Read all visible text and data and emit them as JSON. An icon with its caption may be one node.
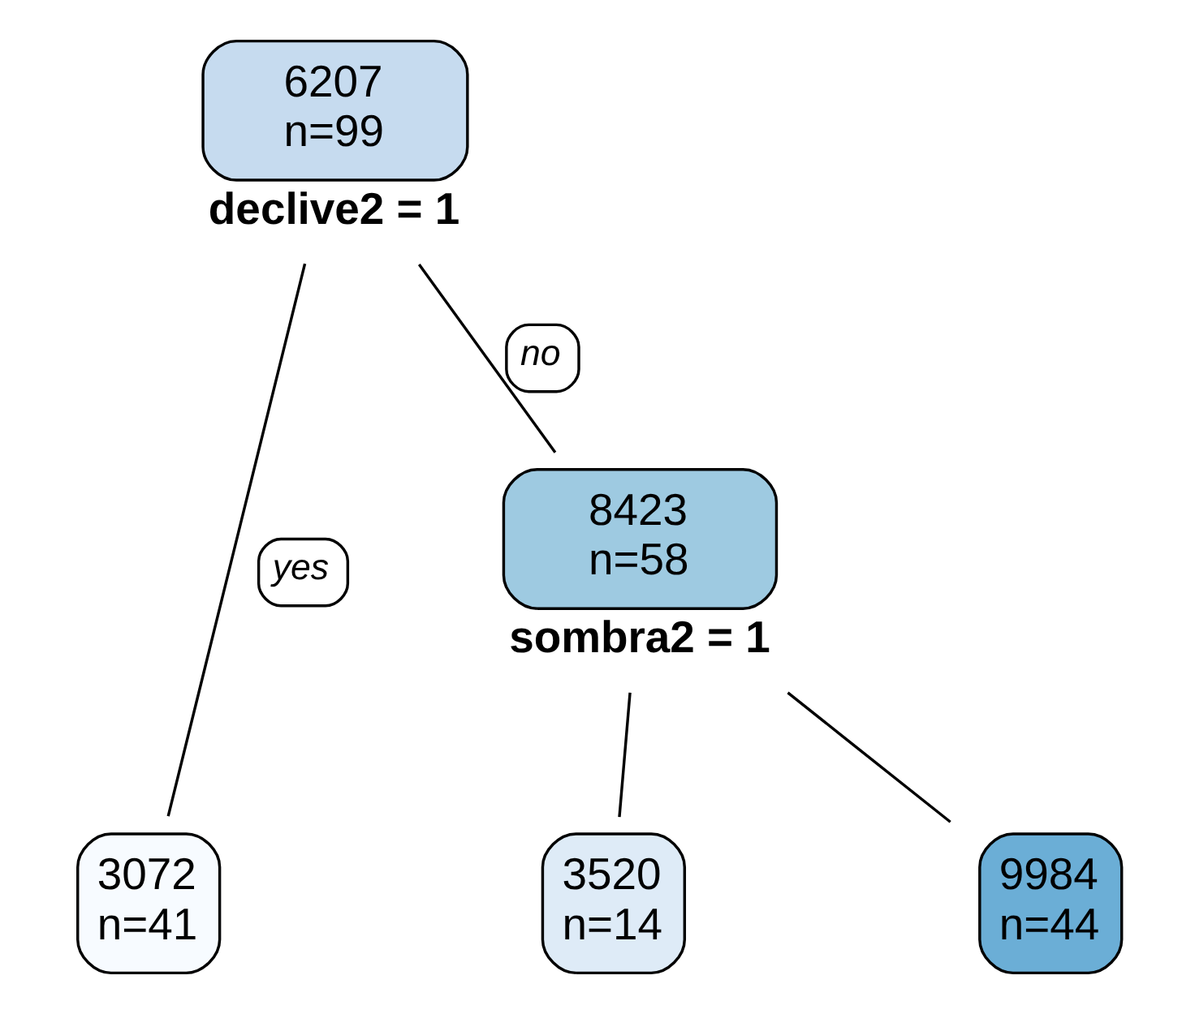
{
  "diagram": {
    "nodes": [
      {
        "text": [
          "6207",
          "n=99"
        ],
        "beside": [
          "declive2 = 1"
        ]
      },
      {
        "text": [
          "3072",
          "n=41"
        ]
      },
      {
        "text": [
          "8423",
          "n=58"
        ],
        "beside": [
          "sombra2 = 1"
        ]
      },
      {
        "text": [
          "3520",
          "n=14"
        ]
      },
      {
        "text": [
          "9984",
          "n=44"
        ]
      }
    ],
    "edges": [
      {
        "from": 0,
        "to": 1,
        "arrow": "none",
        "label": "yes"
      },
      {
        "from": 0,
        "to": 2,
        "arrow": "none",
        "label": "no"
      },
      {
        "from": 2,
        "to": 3,
        "arrow": "none"
      },
      {
        "from": 2,
        "to": 4,
        "arrow": "none"
      }
    ]
  }
}
